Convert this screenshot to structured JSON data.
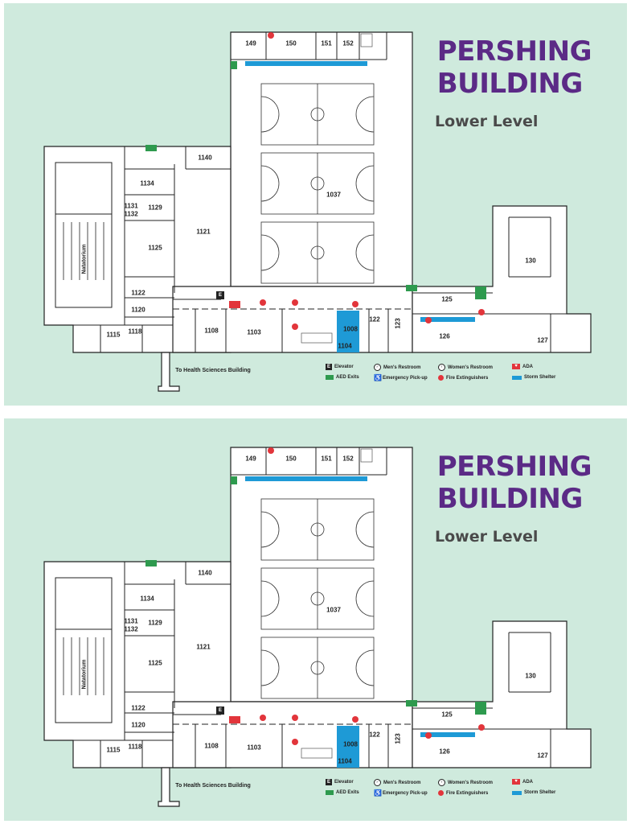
{
  "title_line1": "PERSHING",
  "title_line2": "BUILDING",
  "subtitle": "Lower Level",
  "destination_label": "To Health Sciences Building",
  "rooms": [
    "149",
    "150",
    "151",
    "152",
    "1140",
    "1134",
    "1131",
    "1132",
    "1129",
    "1121",
    "1125",
    "1037",
    "130",
    "125",
    "1122",
    "1120",
    "1108",
    "1103",
    "122",
    "123",
    "1008",
    "1104",
    "126",
    "127",
    "1115",
    "1118"
  ],
  "pool_label": "Natatorium",
  "elevator_glyph": "E",
  "legend": {
    "elevator": "Elevator",
    "mens": "Men's Restroom",
    "womens": "Women's Restroom",
    "ada": "ADA",
    "aed": "AED Exits",
    "pickup": "Emergency Pick-up",
    "fire": "Fire Extinguishers",
    "storm": "Storm Shelter"
  },
  "colors": {
    "background": "#cfeadd",
    "title": "#5b2a86",
    "storm_shelter": "#1e9ad6",
    "fire_extinguisher": "#e2353b",
    "aed_exit": "#2e9a4e",
    "ada": "#e2353b"
  },
  "icons": {
    "elevator": "elevator-icon",
    "mens_restroom": "mens-restroom-icon",
    "womens_restroom": "womens-restroom-icon",
    "ada": "ada-icon",
    "aed_exit": "aed-exit-icon",
    "emergency_pickup": "wheelchair-icon",
    "fire_extinguisher": "fire-extinguisher-icon",
    "storm_shelter": "storm-shelter-icon"
  }
}
